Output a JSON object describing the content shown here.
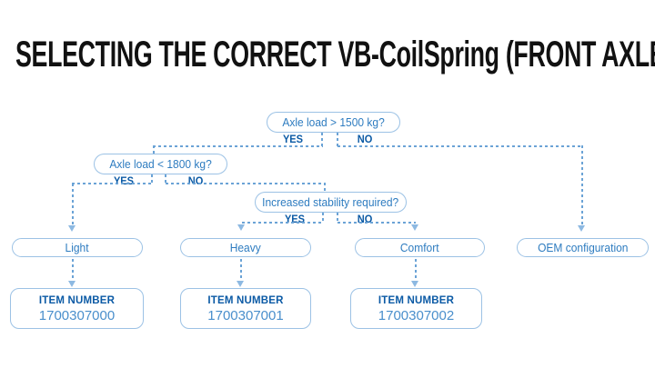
{
  "title": "SELECTING THE CORRECT VB-CoilSpring (FRONT AXLE)",
  "colors": {
    "line": "#6ba3d6",
    "arrow": "#8db9e2",
    "box_border": "#9cc2e5",
    "question_text": "#2e7cc0",
    "yes_no_text": "#0b5aa5",
    "item_number_value": "#4a8fcc",
    "title_text": "#111111",
    "background": "#ffffff"
  },
  "flowchart": {
    "decisions": [
      {
        "id": "q1",
        "label": "Axle load > 1500 kg?",
        "yes_label": "YES",
        "no_label": "NO"
      },
      {
        "id": "q2",
        "label": "Axle load < 1800 kg?",
        "yes_label": "YES",
        "no_label": "NO"
      },
      {
        "id": "q3",
        "label": "Increased stability required?",
        "yes_label": "YES",
        "no_label": "NO"
      }
    ],
    "outcomes": [
      {
        "id": "light",
        "label": "Light",
        "item_label": "ITEM NUMBER",
        "item_number": "1700307000"
      },
      {
        "id": "heavy",
        "label": "Heavy",
        "item_label": "ITEM NUMBER",
        "item_number": "1700307001"
      },
      {
        "id": "comfort",
        "label": "Comfort",
        "item_label": "ITEM NUMBER",
        "item_number": "1700307002"
      },
      {
        "id": "oem",
        "label": "OEM configuration"
      }
    ]
  }
}
